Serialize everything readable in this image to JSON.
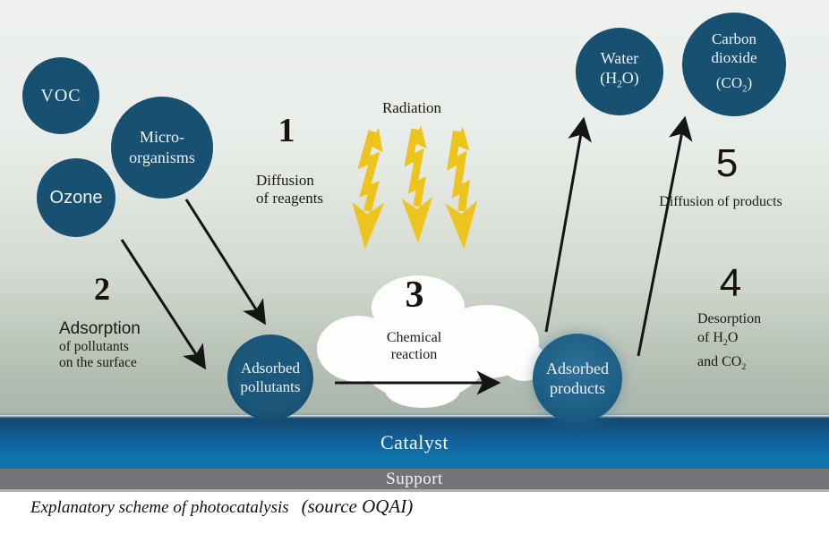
{
  "caption": {
    "main": "Explanatory scheme of photocatalysis",
    "source": "(source OQAI)"
  },
  "radiation": {
    "label": "Radiation"
  },
  "bands": {
    "catalyst_label": "Catalyst",
    "support_label": "Support"
  },
  "circles": {
    "voc": {
      "label": "VOC"
    },
    "micro": {
      "line1": "Micro-",
      "line2": "organisms"
    },
    "ozone": {
      "label": "Ozone"
    },
    "adsorbed_pollutants": {
      "line1": "Adsorbed",
      "line2": "pollutants"
    },
    "adsorbed_products": {
      "line1": "Adsorbed",
      "line2": "products"
    },
    "water": {
      "line1": "Water",
      "formula": {
        "pre": "(H",
        "sub": "2",
        "post": "O)"
      }
    },
    "co2": {
      "line1": "Carbon",
      "line2": "dioxide",
      "formula": {
        "pre": "(CO",
        "sub": "2",
        "post": ")"
      }
    }
  },
  "steps": {
    "s1": {
      "number": "1",
      "line1": "Diffusion",
      "line2": "of reagents"
    },
    "s2": {
      "number": "2",
      "line1": "Adsorption",
      "line2": "of pollutants",
      "line3": "on the surface"
    },
    "s3": {
      "number": "3",
      "line1": "Chemical",
      "line2": "reaction"
    },
    "s4": {
      "number": "4",
      "line1": "Desorption",
      "line2_pre": "of H",
      "line2_sub": "2",
      "line2_post": "O",
      "line3_pre": "and CO",
      "line3_sub": "2"
    },
    "s5": {
      "number": "5",
      "line1": "Diffusion of products"
    }
  },
  "colors": {
    "circle_fill": "#175070",
    "adsorbed_products_fill": "#2e7096",
    "catalyst_top": "#15486f",
    "catalyst_bottom": "#0e77ad",
    "support_gray": "#737578",
    "radiation_bolt": "#edc31d",
    "arrow_black": "#151515",
    "background_top": "#eef1ee",
    "background_bottom": "#aab5ab"
  }
}
